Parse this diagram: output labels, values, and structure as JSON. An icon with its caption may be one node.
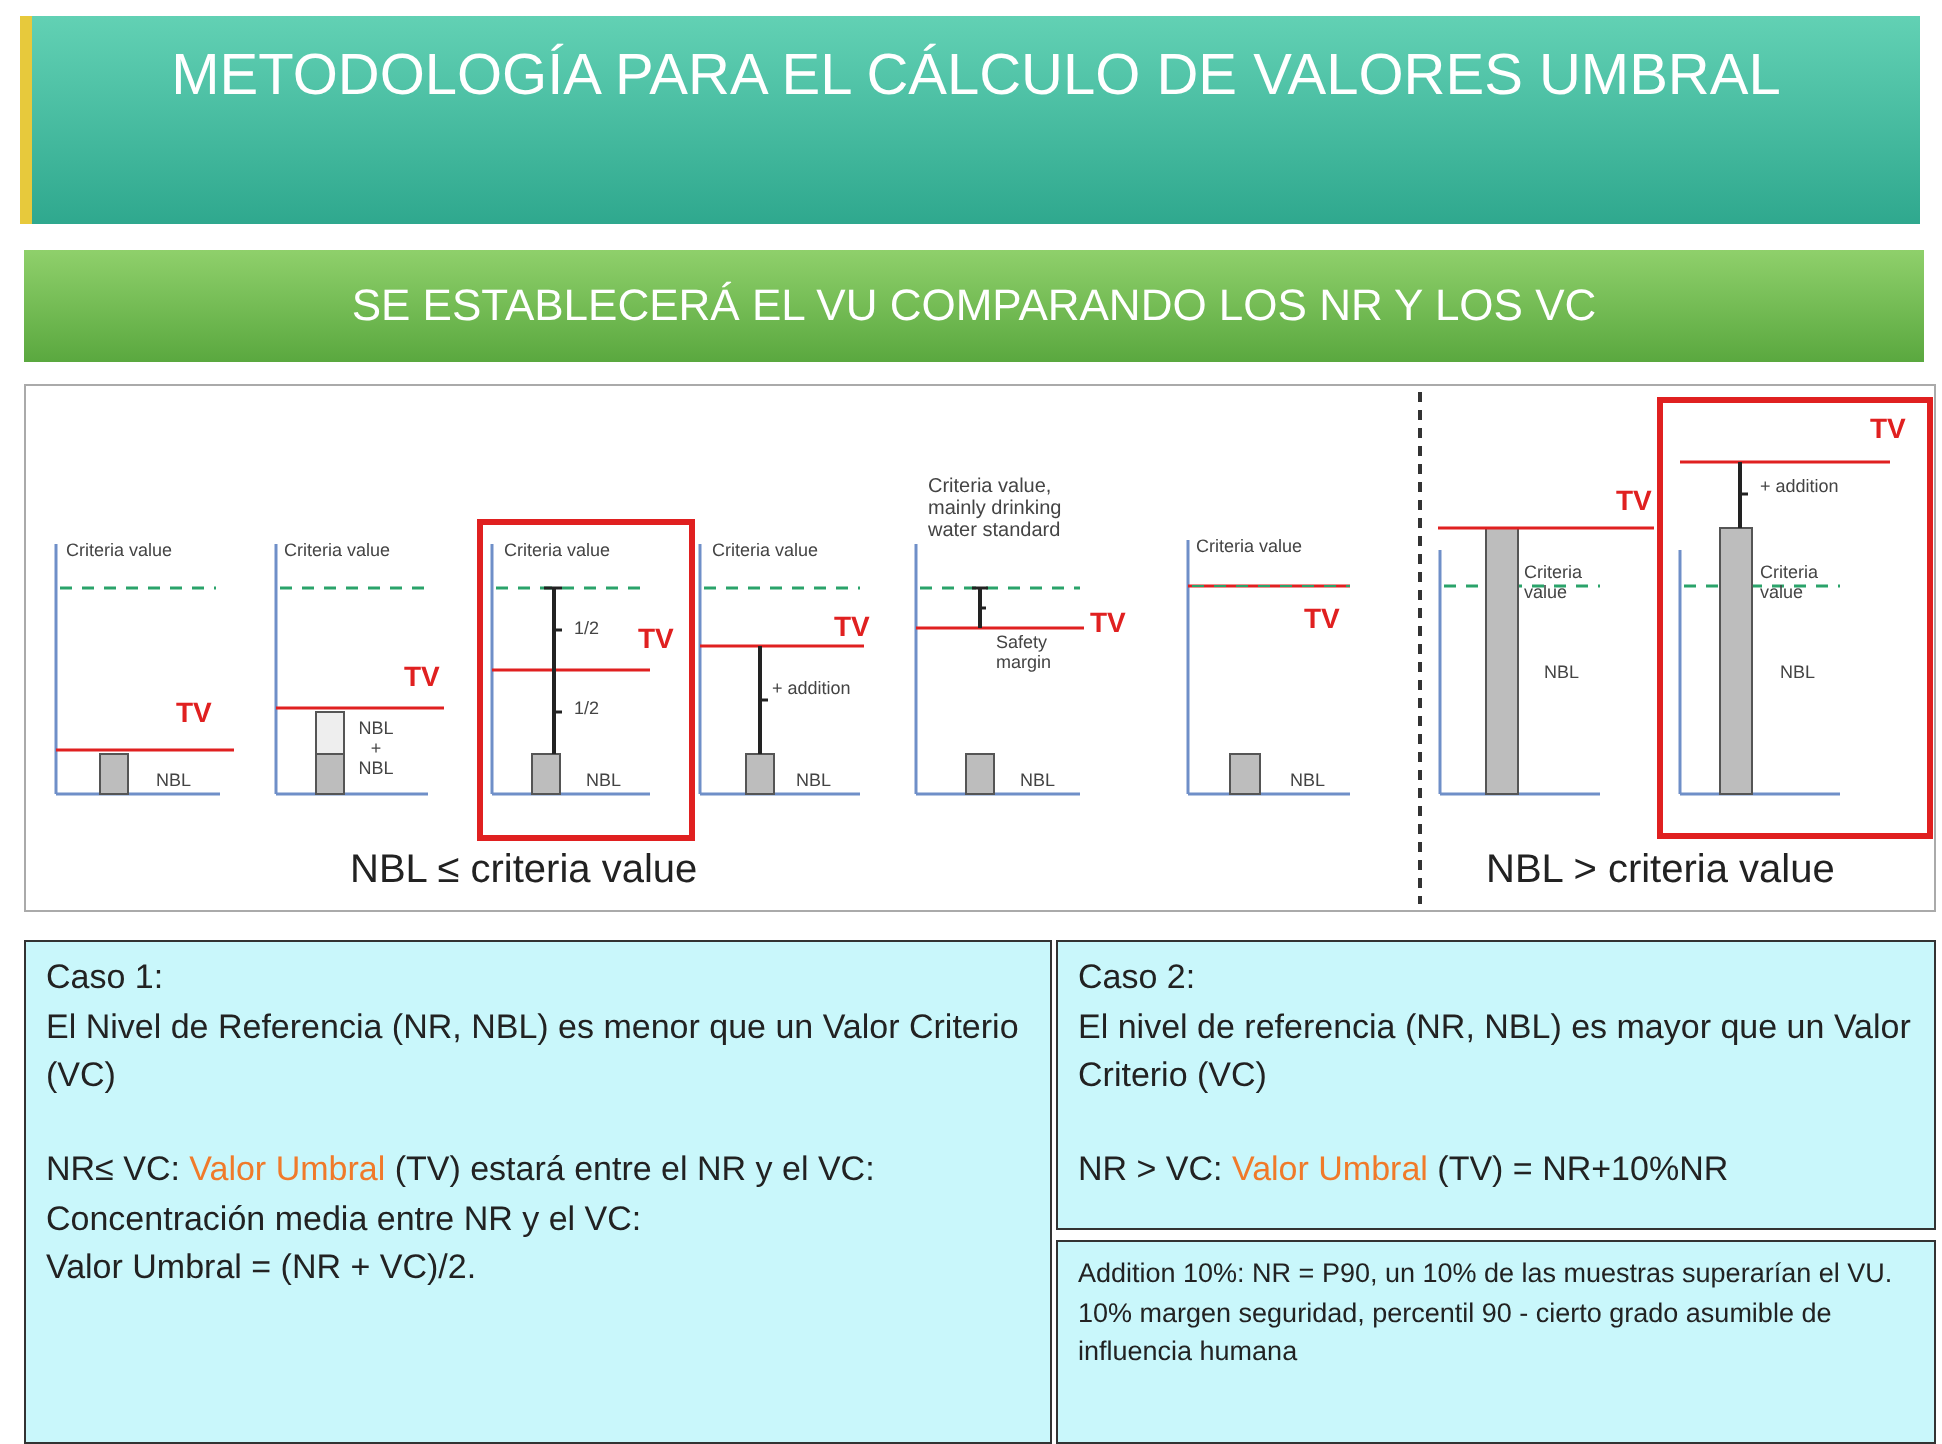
{
  "diagram": {
    "title": "METODOLOGÍA PARA EL CÁLCULO DE VALORES UMBRAL",
    "nodes": [
      {
        "text": [
          "SE ESTABLECERÁ EL VU COMPARANDO LOS NR Y LOS VC"
        ]
      },
      {
        "text": [
          "Caso 1:",
          "El Nivel de Referencia (NR, NBL) es menor que un Valor Criterio (VC)",
          "NR≤ VC: *Valor Umbral* (TV) estará entre el NR y el VC:",
          "Concentración media entre NR y el VC:",
          "Valor Umbral = (NR + VC)/2."
        ]
      },
      {
        "text": [
          "Caso 2:",
          "El nivel de referencia (NR, NBL) es mayor que un Valor Criterio (VC)",
          "NR > VC: *Valor Umbral* (TV) = NR+10%NR"
        ]
      },
      {
        "text": [
          "Addition 10%: NR = P90, un 10% de las muestras superarían el VU.",
          "10% margen seguridad, percentil 90 - cierto grado asumible de influencia humana"
        ]
      }
    ],
    "edges": [],
    "labels": [
      "Criteria value",
      "TV",
      "NBL",
      "Criteria value",
      "TV",
      "NBL + NBL",
      "Criteria value",
      "1/2",
      "TV",
      "1/2",
      "NBL",
      "Criteria value",
      "TV",
      "+ addition",
      "NBL",
      "Criteria value, mainly drinking water standard",
      "Safety margin",
      "TV",
      "NBL",
      "Criteria value",
      "TV",
      "NBL",
      "TV",
      "Criteria value",
      "NBL",
      "TV",
      "+ addition",
      "Criteria value",
      "NBL",
      "NBL ≤ criteria value",
      "NBL > criteria value"
    ]
  }
}
